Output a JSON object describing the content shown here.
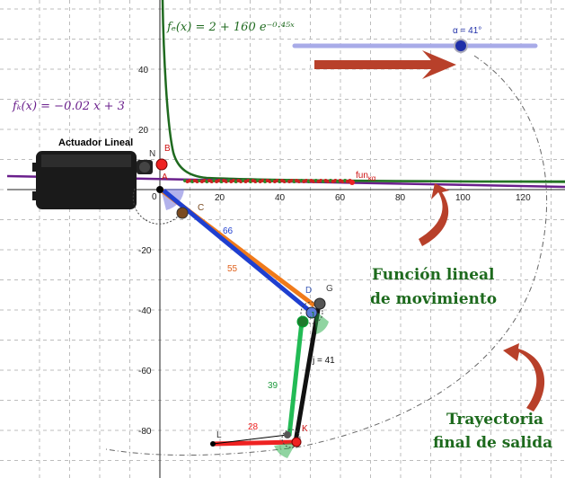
{
  "graph": {
    "x_ticks": [
      "20",
      "40",
      "60",
      "80",
      "100",
      "120"
    ],
    "y_ticks": [
      "40",
      "20",
      "-20",
      "-40",
      "-60",
      "-80"
    ],
    "x_tick_values": [
      20,
      40,
      60,
      80,
      100,
      120
    ],
    "y_tick_values": [
      40,
      20,
      -20,
      -40,
      -60,
      -80
    ],
    "origin_label": "0"
  },
  "formulas": {
    "fe": "fₑ(x)  =  2 + 160 e⁻⁰·⁴⁵ˣ",
    "fk": "fₖ(x)  =  −0.02 x + 3",
    "fe_color": "#1f6a1f",
    "fk_color": "#6a1f8c"
  },
  "slider": {
    "label": "α = 41°",
    "value_fraction": 0.63,
    "track_color": "#a8abe8",
    "knob_color": "#1f2fa8"
  },
  "actuator": {
    "label": "Actuador Lineal"
  },
  "points": {
    "B": "B",
    "N": "N",
    "A": "A",
    "C": "C",
    "D": "D",
    "G": "G",
    "J": "J",
    "L": "L",
    "K": "K",
    "fun": "fun",
    "fun_sub": "κα"
  },
  "segments": {
    "blue": "66",
    "orange": "55",
    "green": "39",
    "red": "28",
    "j_label": "j = 41"
  },
  "annotations": {
    "funcion_line1": "Función lineal",
    "funcion_line2": "de movimiento",
    "trayectoria_line1": "Trayectoria",
    "trayectoria_line2": "final de salida"
  },
  "colors": {
    "blue_arm": "#1f3fd0",
    "orange_arm": "#f07a1a",
    "green_arm": "#22bb55",
    "red_arm": "#ee2222",
    "black_arm": "#111111",
    "arrow_red": "#b8402a",
    "grid": "#bdbdbd"
  }
}
